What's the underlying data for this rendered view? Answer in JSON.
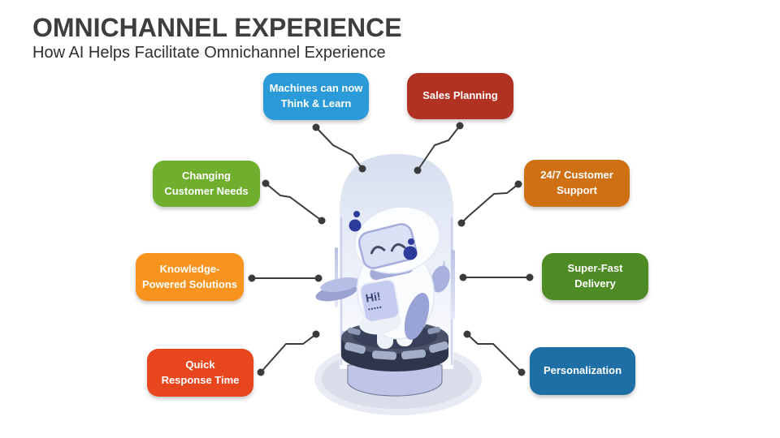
{
  "slide": {
    "title": "OMNICHANNEL EXPERIENCE",
    "subtitle": "How AI Helps Facilitate Omnichannel Experience"
  },
  "palette": {
    "background": "#FFFFFF",
    "title-color": "#3E3E3E",
    "subtitle-color": "#2E2E2E",
    "connector-color": "#3B3B3B"
  },
  "diagram": {
    "nodes": [
      {
        "id": "machines-think-learn",
        "label": "Machines can now\nThink & Learn",
        "color": "#2B9AD8"
      },
      {
        "id": "sales-planning",
        "label": "Sales Planning",
        "color": "#B13122"
      },
      {
        "id": "changing-customer-needs",
        "label": "Changing\nCustomer Needs",
        "color": "#6FAF2D"
      },
      {
        "id": "knowledge-powered-solutions",
        "label": "Knowledge-\nPowered Solutions",
        "color": "#F8941E"
      },
      {
        "id": "quick-response-time",
        "label": "Quick\nResponse Time",
        "color": "#E8461F"
      },
      {
        "id": "customer-support-24-7",
        "label": "24/7 Customer\nSupport",
        "color": "#D07014"
      },
      {
        "id": "super-fast-delivery",
        "label": "Super-Fast\nDelivery",
        "color": "#4E8B25"
      },
      {
        "id": "personalization",
        "label": "Personalization",
        "color": "#1D6FA5"
      }
    ],
    "robot": {
      "screen_text": "Hi!"
    }
  }
}
